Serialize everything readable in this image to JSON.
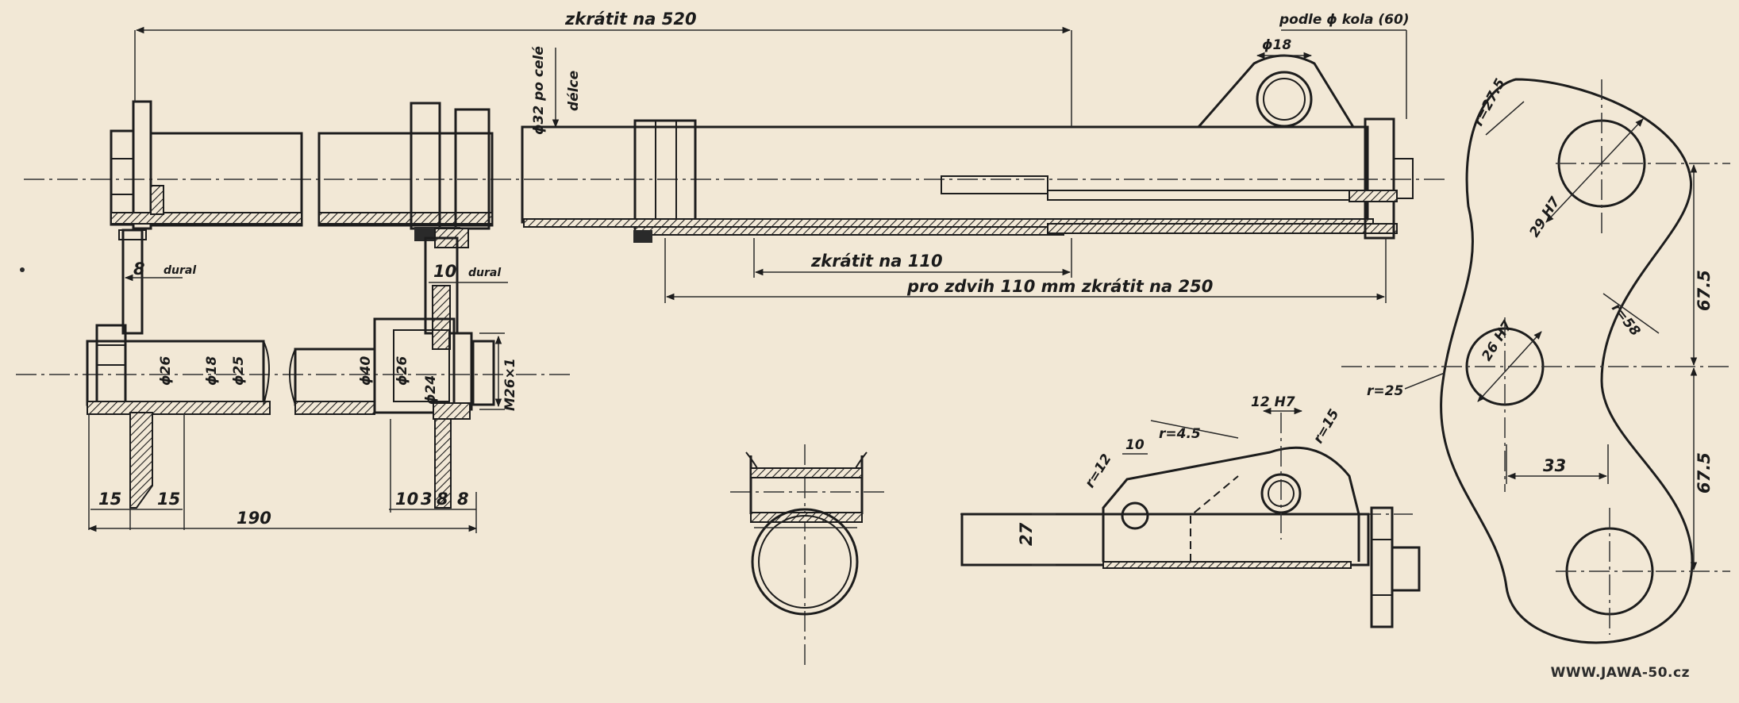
{
  "watermark": "WWW.JAWA-50.cz",
  "top_view": {
    "zkratit_520": "zkrátit na 520",
    "podle_kola": "podle ϕ kola (60)",
    "phi18": "ϕ18",
    "phi32_line1": "ϕ32 po celé",
    "phi32_line2": "délce",
    "zkratit_110": "zkrátit na 110",
    "zdvih_250": "pro zdvih 110 mm zkrátit na 250"
  },
  "left_view": {
    "d8": "8",
    "dural1": "dural",
    "d10": "10",
    "dural2": "dural",
    "phi26a": "ϕ26",
    "phi18": "ϕ18",
    "phi25": "ϕ25",
    "phi40": "ϕ40",
    "phi26b": "ϕ26",
    "phi24": "ϕ24",
    "m26": "M26×1",
    "d15a": "15",
    "d15b": "15",
    "d190": "190",
    "d10b": "10",
    "d3": "3",
    "d8b": "8",
    "d8c": "8"
  },
  "bracket_view": {
    "d10": "10",
    "r45": "r=4.5",
    "h12": "12 H7",
    "r15": "r=15",
    "r12": "r=12",
    "d27": "27"
  },
  "link_view": {
    "r275": "r=27.5",
    "h29": "29 H7",
    "h26": "26 H7",
    "r58": "r=58",
    "d675a": "67.5",
    "r25": "r=25",
    "d33": "33",
    "d675b": "67.5"
  }
}
